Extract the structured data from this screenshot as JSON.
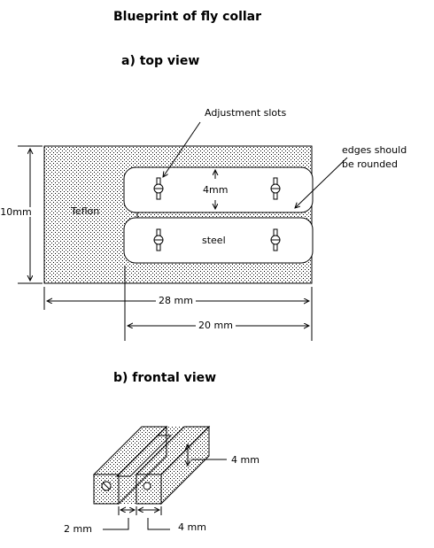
{
  "title": "Blueprint of fly collar",
  "top_view": {
    "heading": "a) top view",
    "labels": {
      "adjustment_slots": "Adjustment slots",
      "edges_line1": "edges should",
      "edges_line2": "be rounded",
      "gap": "4mm",
      "teflon": "Teflon",
      "steel": "steel",
      "height": "10mm",
      "width_total": "28 mm",
      "width_steel": "20 mm"
    }
  },
  "frontal_view": {
    "heading": "b) frontal view",
    "labels": {
      "depth": "4 mm",
      "gap": "2 mm",
      "bar_width": "4 mm"
    }
  },
  "colors": {
    "ink": "#000000",
    "paper": "#ffffff",
    "stipple": "#000000"
  }
}
